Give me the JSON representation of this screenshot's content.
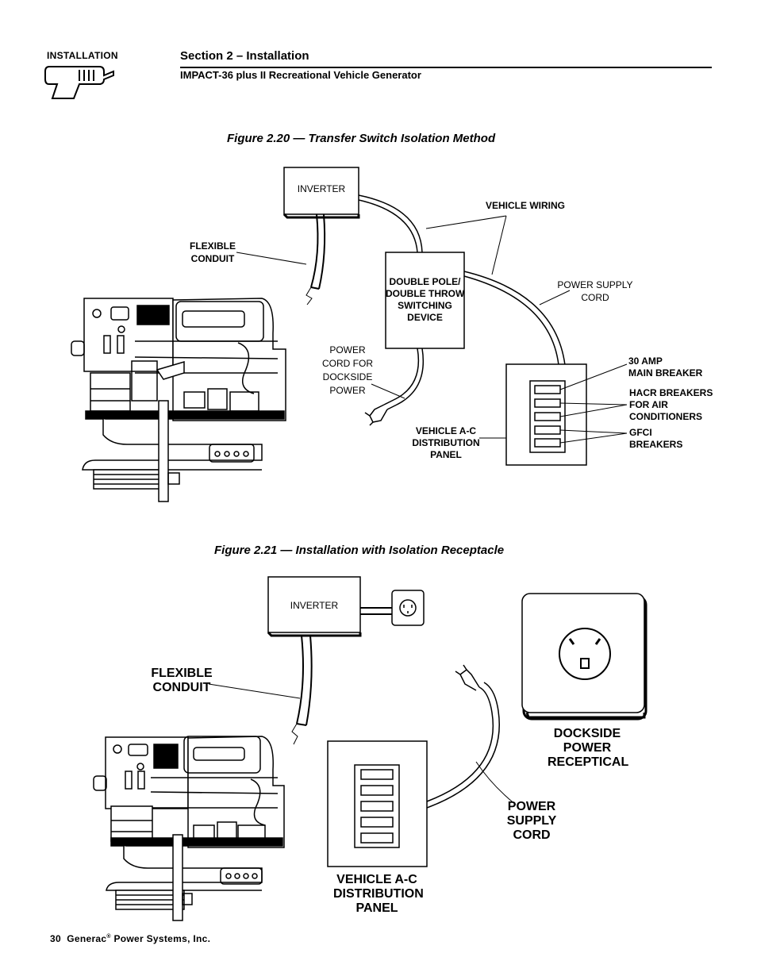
{
  "header": {
    "tag": "INSTALLATION",
    "section": "Section 2 – Installation",
    "subtitle": "IMPACT-36 plus II Recreational Vehicle Generator"
  },
  "figure_1": {
    "caption": "Figure 2.20 — Transfer Switch Isolation Method",
    "labels": {
      "inverter": "INVERTER",
      "vehicle_wiring": "VEHICLE WIRING",
      "flexible_conduit": [
        "FLEXIBLE",
        "CONDUIT"
      ],
      "switching_device": [
        "DOUBLE POLE/",
        "DOUBLE THROW",
        "SWITCHING",
        "DEVICE"
      ],
      "power_supply_cord": [
        "POWER SUPPLY",
        "CORD"
      ],
      "dockside_cord": [
        "POWER",
        "CORD FOR",
        "DOCKSIDE",
        "POWER"
      ],
      "main_breaker": [
        "30 AMP",
        "MAIN BREAKER"
      ],
      "hacr_breakers": [
        "HACR BREAKERS",
        "FOR AIR",
        "CONDITIONERS"
      ],
      "gfci_breakers": [
        "GFCI",
        "BREAKERS"
      ],
      "distribution_panel": [
        "VEHICLE A-C",
        "DISTRIBUTION",
        "PANEL"
      ]
    }
  },
  "figure_2": {
    "caption": "Figure 2.21 — Installation with Isolation Receptacle",
    "labels": {
      "inverter": "INVERTER",
      "flexible_conduit": [
        "FLEXIBLE",
        "CONDUIT"
      ],
      "dockside_receptacle": [
        "DOCKSIDE",
        "POWER",
        "RECEPTICAL"
      ],
      "power_supply_cord": [
        "POWER",
        "SUPPLY",
        "CORD"
      ],
      "distribution_panel": [
        "VEHICLE A-C",
        "DISTRIBUTION",
        "PANEL"
      ]
    }
  },
  "footer": {
    "page_number": "30",
    "company": "Generac",
    "registered": "®",
    "company_rest": "Power Systems, Inc."
  }
}
